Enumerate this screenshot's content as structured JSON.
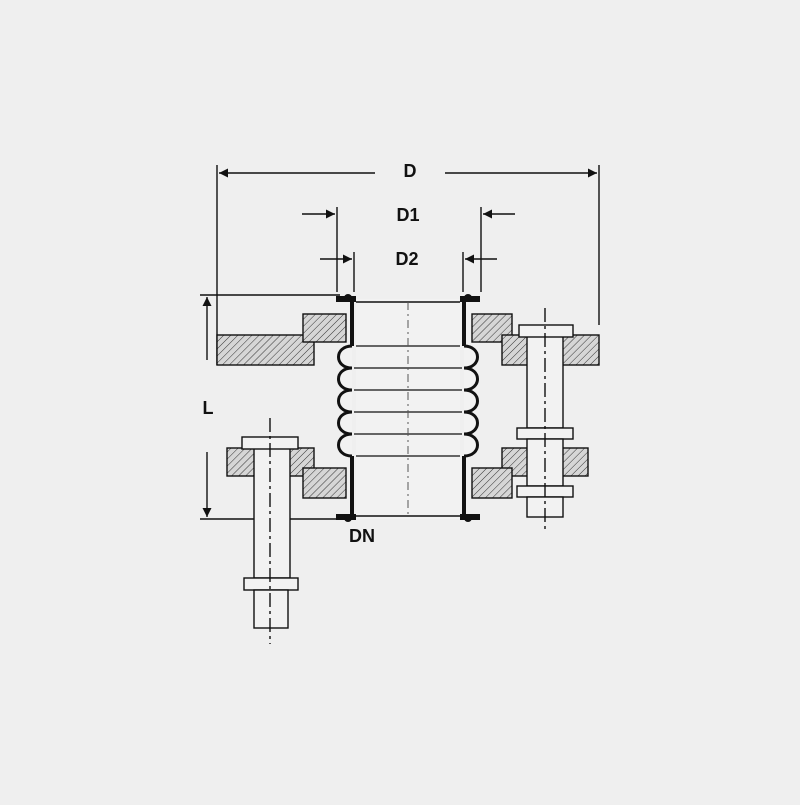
{
  "labels": {
    "D": "D",
    "D1": "D1",
    "D2": "D2",
    "L": "L",
    "DN": "DN"
  },
  "colors": {
    "background": "#efefef",
    "line": "#111111",
    "fill": "#f2f2f2",
    "hatch_bg": "#d6d6d6"
  }
}
